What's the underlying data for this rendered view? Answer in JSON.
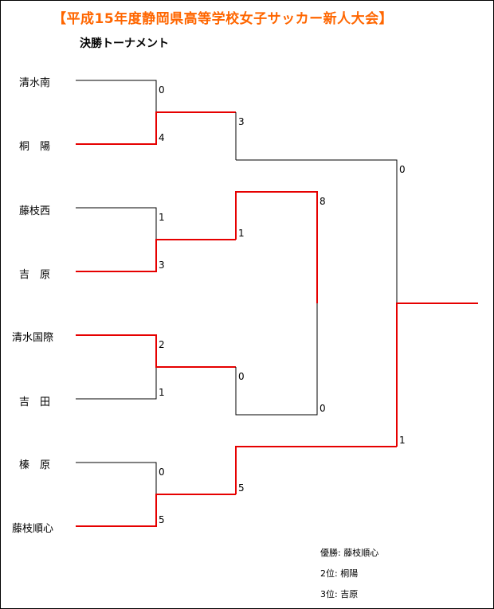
{
  "title": "【平成15年度静岡県高等学校女子サッカー新人大会】",
  "subtitle": "決勝トーナメント",
  "teams": [
    "清水南",
    "桐　陽",
    "藤枝西",
    "吉　原",
    "清水国際",
    "吉　田",
    "榛　原",
    "藤枝順心"
  ],
  "scores": {
    "r1": [
      "0",
      "4",
      "1",
      "3",
      "2",
      "1",
      "0",
      "5"
    ],
    "r2": [
      "3",
      "1",
      "0",
      "5"
    ],
    "r3": [
      "8",
      "0",
      "0",
      "1"
    ]
  },
  "results": {
    "first": "優勝: 藤枝順心",
    "second": "2位: 桐陽",
    "third": "3位: 吉原"
  },
  "colors": {
    "title": "#ff6600",
    "winner_line": "#e60000",
    "loser_line": "#000000"
  }
}
